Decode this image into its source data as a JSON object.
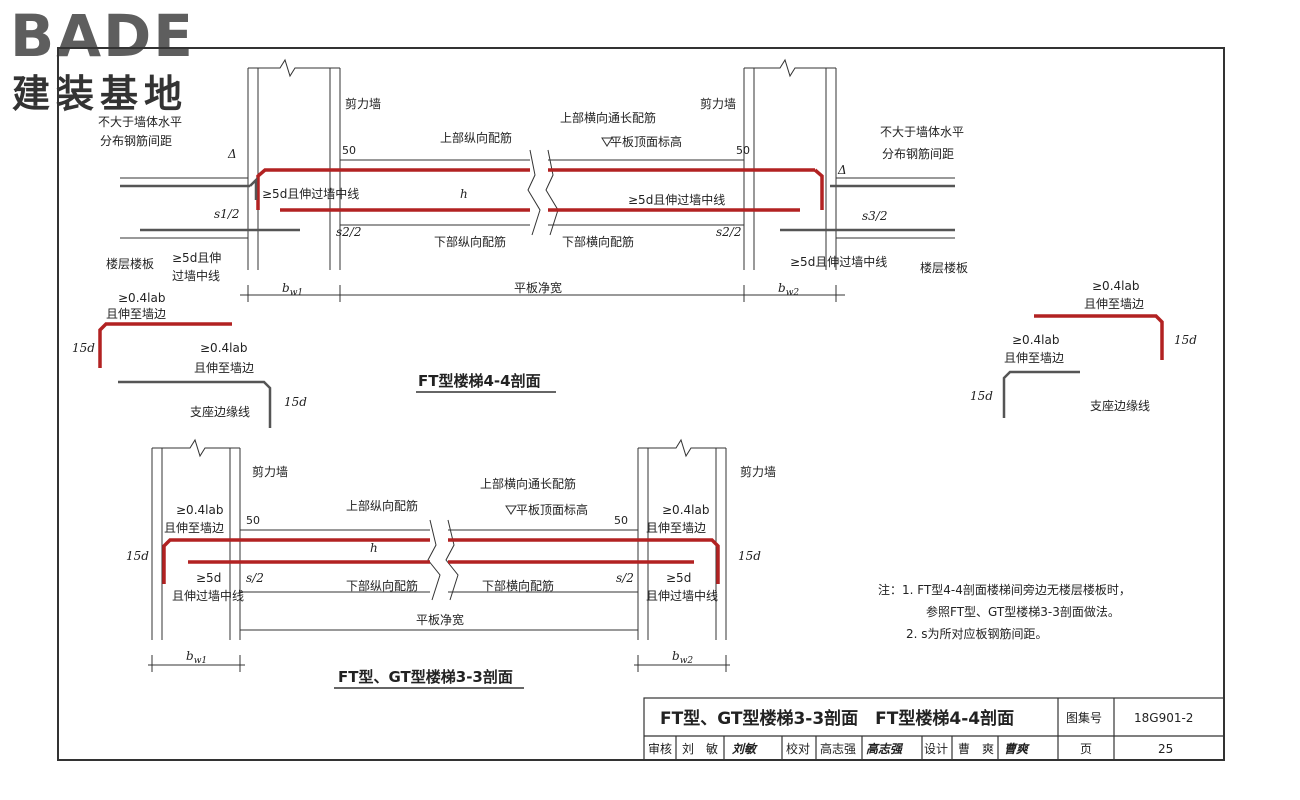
{
  "logo": {
    "mark": "BADE",
    "subtitle": "建装基地"
  },
  "section44": {
    "title": "FT型楼梯4-4剖面",
    "shear_wall_left": "剪力墙",
    "shear_wall_right": "剪力墙",
    "note_left_1": "不大于墙体水平",
    "note_left_2": "分布钢筋间距",
    "note_right_1": "不大于墙体水平",
    "note_right_2": "分布钢筋间距",
    "upper_long": "上部纵向配筋",
    "upper_trans": "上部横向通长配筋",
    "top_elev": "平板顶面标高",
    "extend_left": "≥5d且伸过墙中线",
    "extend_right": "≥5d且伸过墙中线",
    "lower_long": "下部纵向配筋",
    "lower_trans": "下部横向配筋",
    "floor_slab_left": "楼层楼板",
    "floor_slab_right": "楼层楼板",
    "ext_5d_l1": "≥5d且伸",
    "ext_5d_l2": "过墙中线",
    "ext_5d_bottom_right": "≥5d且伸过墙中线",
    "bw1": "b",
    "bw1_sub": "w1",
    "bw2": "b",
    "bw2_sub": "w2",
    "clear_width": "平板净宽",
    "h": "h",
    "delta": "Δ",
    "s1": "s1/2",
    "s2": "s2/2",
    "s3": "s3/2",
    "fifty": "50"
  },
  "detail_left": {
    "top_a": "≥0.4lab",
    "top_b": "且伸至墙边",
    "mid_a": "≥0.4lab",
    "mid_b": "且伸至墙边",
    "support": "支座边缘线",
    "d15": "15d"
  },
  "detail_right": {
    "top_a": "≥0.4lab",
    "top_b": "且伸至墙边",
    "mid_a": "≥0.4lab",
    "mid_b": "且伸至墙边",
    "support": "支座边缘线",
    "d15": "15d"
  },
  "section33": {
    "title": "FT型、GT型楼梯3-3剖面",
    "shear_wall_left": "剪力墙",
    "shear_wall_right": "剪力墙",
    "upper_long": "上部纵向配筋",
    "upper_trans": "上部横向通长配筋",
    "top_elev": "平板顶面标高",
    "anchor_l_a": "≥0.4lab",
    "anchor_l_b": "且伸至墙边",
    "anchor_r_a": "≥0.4lab",
    "anchor_r_b": "且伸至墙边",
    "lower_long": "下部纵向配筋",
    "lower_trans": "下部横向配筋",
    "ext_l_a": "≥5d",
    "ext_l_b": "且伸过墙中线",
    "ext_r_a": "≥5d",
    "ext_r_b": "且伸过墙中线",
    "s_half": "s/2",
    "clear_width": "平板净宽",
    "bw1": "b",
    "bw1_sub": "w1",
    "bw2": "b",
    "bw2_sub": "w2",
    "d15": "15d",
    "h": "h",
    "fifty": "50"
  },
  "notes": {
    "n1a": "注：1. FT型4-4剖面楼梯间旁边无楼层楼板时，",
    "n1b": "参照FT型、GT型楼梯3-3剖面做法。",
    "n2": "2. s为所对应板钢筋间距。"
  },
  "title_block": {
    "main_title": "FT型、GT型楼梯3-3剖面　FT型楼梯4-4剖面",
    "atlas_label": "图集号",
    "atlas_no": "18G901-2",
    "page_label": "页",
    "page_no": "25",
    "review_label": "审核",
    "review_name": "刘　敏",
    "review_sig": "刘敏",
    "check_label": "校对",
    "check_name": "高志强",
    "check_sig": "高志强",
    "design_label": "设计",
    "design_name": "曹　爽",
    "design_sig": "曹爽"
  },
  "colors": {
    "rebar_red": "#b22222",
    "line": "#333333"
  }
}
